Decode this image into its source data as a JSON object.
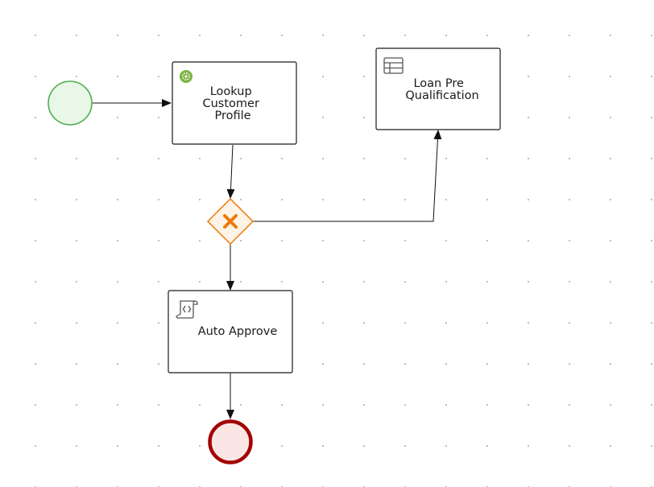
{
  "diagram": {
    "start_event": {
      "kind": "start",
      "color": "#4caf50",
      "fill": "#e9f7e6"
    },
    "end_event": {
      "kind": "end",
      "color": "#a30000",
      "fill": "#fbe6e6"
    },
    "tasks": {
      "lookup": {
        "label_lines": [
          "Lookup",
          "Customer",
          "Profile"
        ],
        "icon": "service-task-icon"
      },
      "loan": {
        "label_lines": [
          "Loan Pre",
          "Qualification"
        ],
        "icon": "business-rule-table-icon"
      },
      "auto": {
        "label_lines": [
          "Auto Approve"
        ],
        "icon": "script-task-icon"
      }
    },
    "gateway": {
      "kind": "exclusive",
      "color": "#ec7a08",
      "fill": "#fdf3e6"
    }
  }
}
